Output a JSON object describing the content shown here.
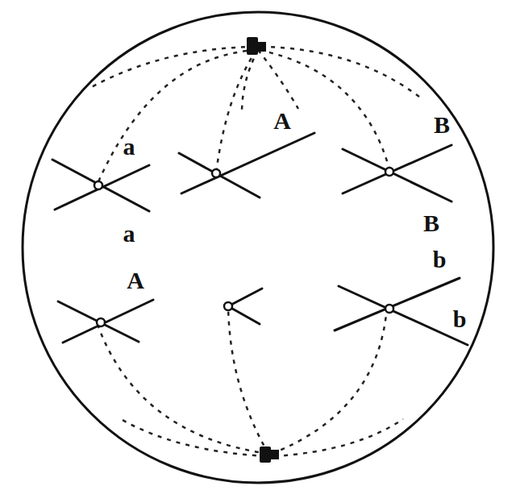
{
  "diagram": {
    "labels": [
      "a",
      "A",
      "B",
      "a",
      "B",
      "b",
      "A",
      "b"
    ]
  }
}
